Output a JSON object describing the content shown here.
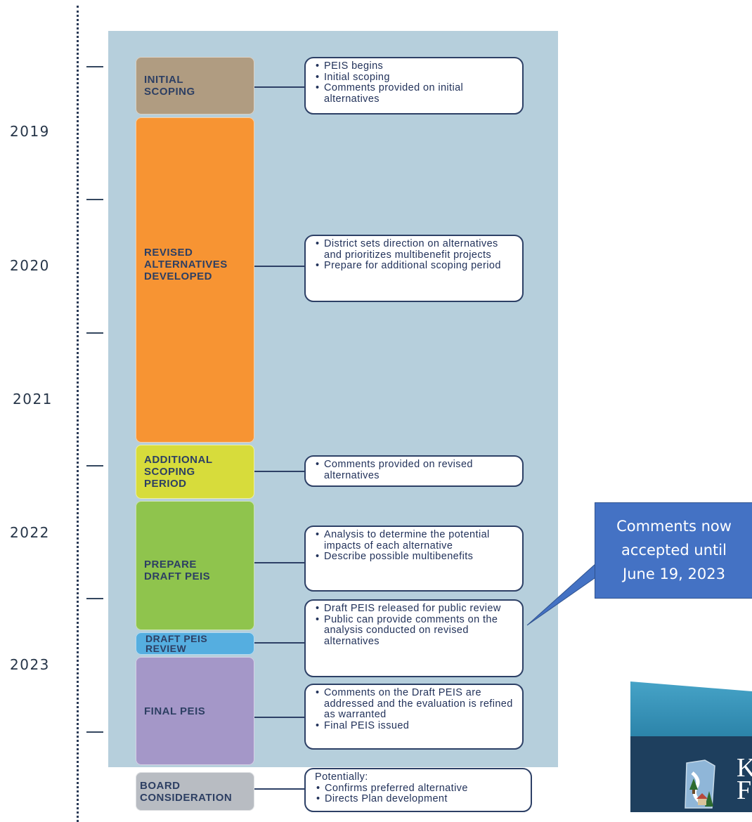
{
  "years": [
    "2019",
    "2020",
    "2021",
    "2022",
    "2023"
  ],
  "phases": [
    {
      "label": "INITIAL\nSCOPING",
      "color": "#b09c81"
    },
    {
      "label": "REVISED\nALTERNATIVES\nDEVELOPED",
      "color": "#f79433"
    },
    {
      "label": "ADDITIONAL\nSCOPING\nPERIOD",
      "color": "#d7dc3b"
    },
    {
      "label": "PREPARE\nDRAFT PEIS",
      "color": "#8fc44d"
    },
    {
      "label": "DRAFT PEIS\nREVIEW",
      "color": "#55aee0"
    },
    {
      "label": "FINAL PEIS",
      "color": "#a497c8"
    },
    {
      "label": "BOARD\nCONSIDERATION",
      "color": "#b8bcc2"
    }
  ],
  "descriptions": [
    {
      "items": [
        "PEIS begins",
        "Initial scoping",
        "Comments provided on initial alternatives"
      ]
    },
    {
      "items": [
        "District sets direction on alternatives and prioritizes multibenefit projects",
        "Prepare for additional scoping period"
      ]
    },
    {
      "items": [
        "Comments provided on revised alternatives"
      ]
    },
    {
      "items": [
        "Analysis to determine the potential impacts of each alternative",
        "Describe possible multibenefits"
      ]
    },
    {
      "items": [
        "Draft PEIS released for public review",
        "Public can provide comments on the analysis conducted on revised alternatives"
      ]
    },
    {
      "items": [
        "Comments on the Draft PEIS are addressed and the evaluation is refined as warranted",
        "Final PEIS issued"
      ]
    },
    {
      "intro": "Potentially:",
      "items": [
        "Confirms preferred alternative",
        "Directs Plan development"
      ]
    }
  ],
  "callout": {
    "line1": "Comments now",
    "line2": "accepted until",
    "line3": "June 19, 2023",
    "color": "#4472c4"
  },
  "logo": {
    "text1": "K",
    "text2": "F"
  }
}
